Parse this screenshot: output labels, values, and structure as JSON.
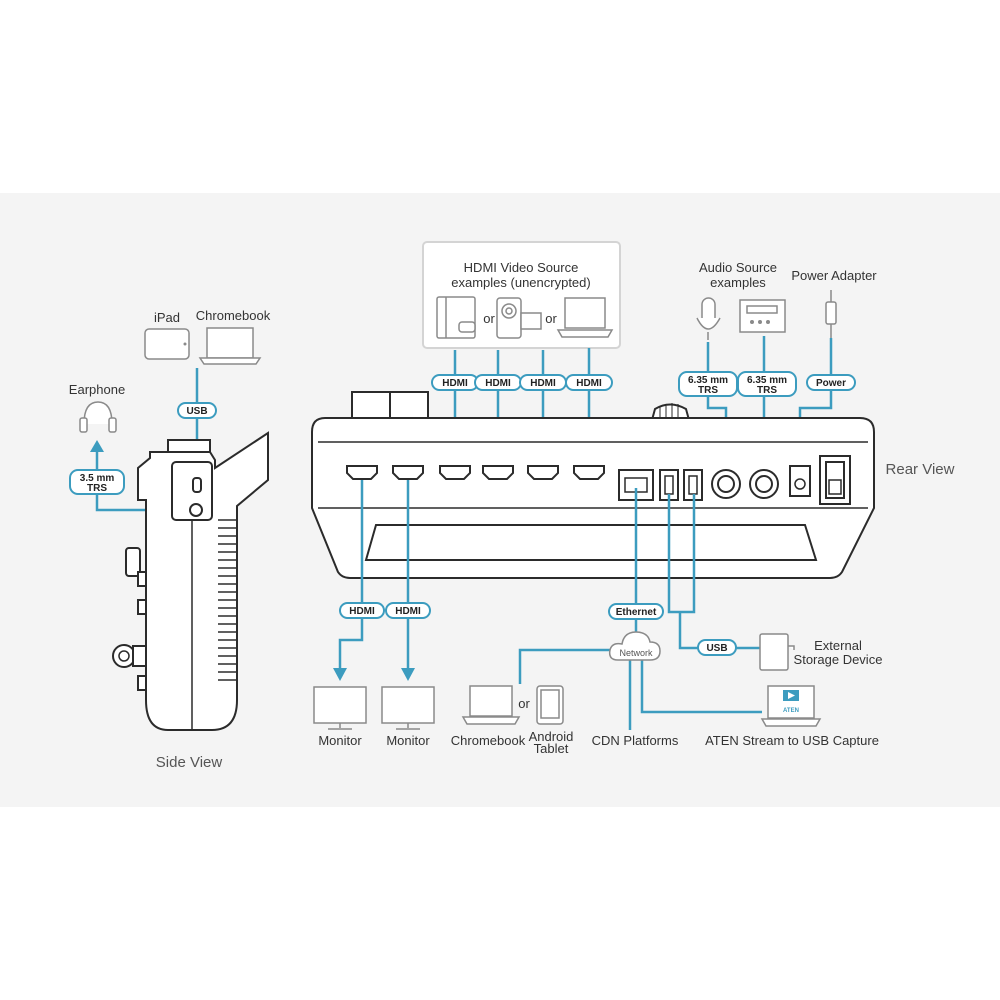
{
  "side_view": {
    "title": "Side View",
    "ipad_label": "iPad",
    "chromebook_label": "Chromebook",
    "earphone_label": "Earphone",
    "usb_pill": "USB",
    "trs35_line1": "3.5 mm",
    "trs35_line2": "TRS"
  },
  "rear_view": {
    "title": "Rear View",
    "hdmi_source_title_line1": "HDMI Video Source",
    "hdmi_source_title_line2": "examples (unencrypted)",
    "or_text": "or",
    "hdmi_pill": "HDMI",
    "audio_source_line1": "Audio Source",
    "audio_source_line2": "examples",
    "power_adapter_label": "Power Adapter",
    "trs635_line1": "6.35 mm",
    "trs635_line2": "TRS",
    "power_pill": "Power",
    "ethernet_pill": "Ethernet",
    "network_label": "Network",
    "usb_pill": "USB",
    "external_storage_line1": "External",
    "external_storage_line2": "Storage Device",
    "monitor_label": "Monitor",
    "chromebook_label": "Chromebook",
    "android_tablet_line1": "Android",
    "android_tablet_line2": "Tablet",
    "cdn_label": "CDN Platforms",
    "aten_capture_label": "ATEN Stream to USB Capture",
    "aten_logo_text": "ATEN"
  },
  "colors": {
    "wire": "#3c9cbf",
    "panel_background": "#f4f4f4",
    "device_outline": "#2b2b2b",
    "icon_outline": "#8a8a8a"
  }
}
